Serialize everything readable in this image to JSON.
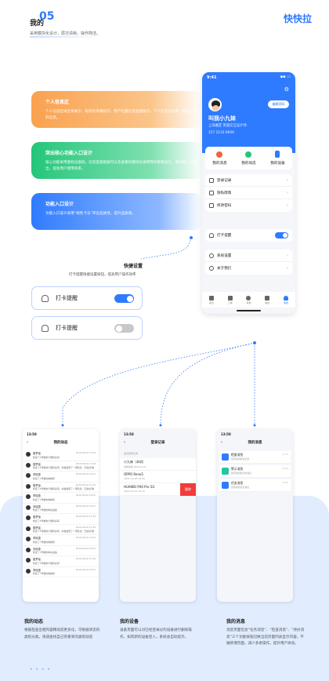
{
  "header": {
    "title": "我的",
    "number": "05",
    "subtitle": "采用模块化设计，层次清晰，操作简洁。",
    "brand": "快快拉"
  },
  "cards": [
    {
      "title": "个人信息区",
      "desc": "个人信息区域主体展示，昵称及荣耀标示、用户位置信息直接展示，个人信息在头像一键进入自己的信息。"
    },
    {
      "title": "突出核心功能入口设计",
      "desc": "核心功能采用图标化图标，信息直观能据可以及查看的模块化采用我的看看设计，使功能入口突出，提高用户使用效率。"
    },
    {
      "title": "功能入口设计",
      "desc": "功能入口设计采用“线性卡法”突出品质性，提升品质感。"
    }
  ],
  "phone": {
    "status_time": "9:41",
    "edit_button": "编辑资料",
    "user_name": "叫我小九妹",
    "user_location": "上海嘉定 英雄交互设计师",
    "user_phone": "157 2110 8609",
    "quick_items": [
      {
        "label": "我的消息",
        "color": "#f0653b"
      },
      {
        "label": "我的动态",
        "color": "#23c67a"
      },
      {
        "label": "我的设备",
        "color": "#2f7bff"
      }
    ],
    "menu_group1": [
      "登录记录",
      "隐私政策",
      "修改密码"
    ],
    "punch_label": "打卡提醒",
    "menu_group2": [
      "系统设置",
      "关于我们"
    ],
    "tabs": [
      "首页",
      "工单",
      "考勤",
      "组织",
      "我的"
    ]
  },
  "quick_settings": {
    "title": "快捷设置",
    "desc": "打卡提醒快捷设置按钮，提高用户操作效率",
    "switch_label": "打卡提醒"
  },
  "mini_dynamic": {
    "time": "13:58",
    "title": "我的动态",
    "items": [
      {
        "name": "殷梦瑶",
        "time": "2019-06-20 15:36",
        "text": "检查了5号楼的计量机房间"
      },
      {
        "name": "殷梦瑶",
        "time": "2019-06-20 15:36",
        "text": "检查了5号楼的计量机房间：并发发现了一项隐患：已提交到相关人员..."
      },
      {
        "name": "李晓蕙",
        "time": "2019-06-20 16:52",
        "text": "检查了7号楼的电梯间"
      },
      {
        "name": "殷梦瑶",
        "time": "2019-06-20 15:36",
        "text": "检查了5号楼的计量机房间：并发发现了一项隐患：已提交到相关人员..."
      },
      {
        "name": "李晓蕙",
        "time": "2019-06-20 16:52",
        "text": "检查了7号楼的电梯间"
      },
      {
        "name": "安晓蕙",
        "time": "2019-06-20 16:52",
        "text": "检查了7号楼的电动设备"
      },
      {
        "name": "殷梦瑶",
        "time": "2019-06-20 15:36",
        "text": "检查了5号楼的计量机房间"
      },
      {
        "name": "殷梦瑶",
        "time": "2019-06-20 15:36",
        "text": "检查了5号楼的计量机房间：并发发现了一项隐患：已提交到相关人员..."
      },
      {
        "name": "李晓蕙",
        "time": "2019-06-20 16:52",
        "text": "检查了7号楼的电梯间"
      },
      {
        "name": "安晓蕙",
        "time": "2019-06-20 16:52",
        "text": "检查了7号楼的电动设备"
      },
      {
        "name": "殷梦瑶",
        "time": "2019-06-20 15:36",
        "text": "检查了5号楼的计量机房间"
      },
      {
        "name": "李晓蕙",
        "time": "2019-06-20 16:52",
        "text": "检查了7号楼的电梯间"
      }
    ]
  },
  "mini_login": {
    "time": "13:58",
    "title": "登录记录",
    "hint": "最近登录记录",
    "devices": [
      {
        "name": "小九妹（本机）",
        "detail": "当前在线 iPhone XS"
      },
      {
        "name": "OPPO Reno5",
        "detail": "2021-10-28 16:00"
      },
      {
        "name": "HUAWEI P40 Pro 5G",
        "detail": "2022-10-21 10:41"
      }
    ],
    "delete_label": "删除"
  },
  "mini_messages": {
    "time": "13:58",
    "title": "我的消息",
    "items": [
      {
        "title": "检查消息",
        "desc": "您有新的检查记录",
        "time": "11:09",
        "color": "#2f7bff"
      },
      {
        "title": "警示消息",
        "desc": "您有新的警示的消息",
        "time": "10:56",
        "color": "#23c6a0"
      },
      {
        "title": "任务消息",
        "desc": "您有新的任务消息",
        "time": "10:56",
        "color": "#2f7bff"
      }
    ]
  },
  "sections": [
    {
      "title": "我的动态",
      "desc": "根据检查出相内容精动态更多化，可根据状态的类别分类，快速查找自己有看到的类别动态"
    },
    {
      "title": "我的设备",
      "desc": "设备页面可以对已经登录过的设备进行删除操作，如有新的设备登入，系统会自动提示。"
    },
    {
      "title": "我的消息",
      "desc": "消息页面包含“任务消息”、“检查消息”、“待办消息”三个功能按钮切换当前页面列表显示内容，不做新增页面，减少多余操作，提升用户体验。"
    }
  ]
}
